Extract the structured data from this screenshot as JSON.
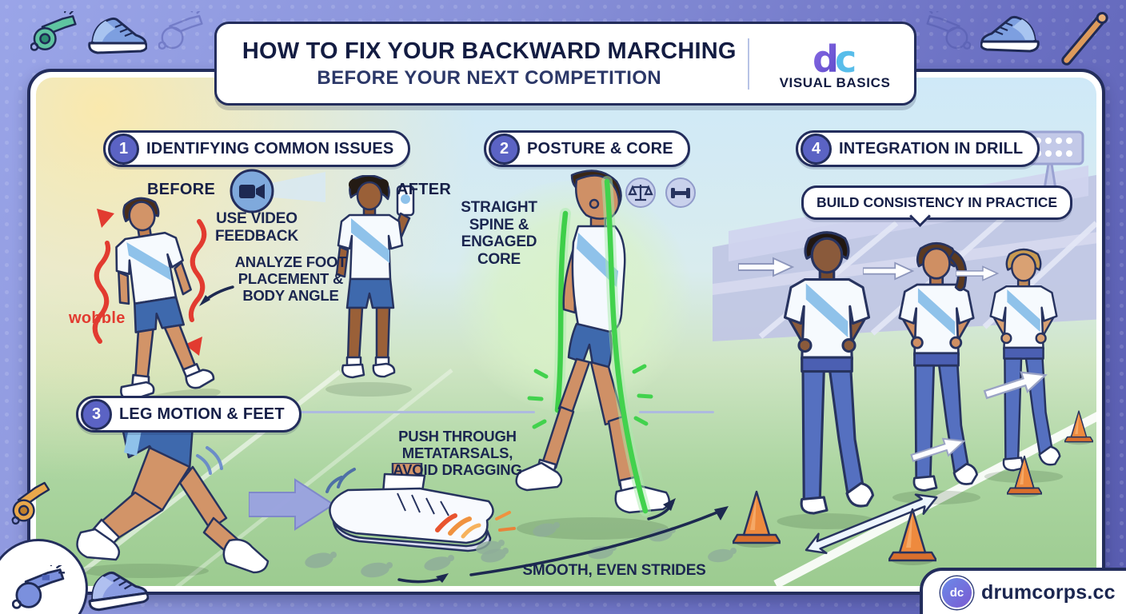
{
  "colors": {
    "navy": "#1b2650",
    "frame_purple": "#6a6fc2",
    "badge_purple": "#5b63c4",
    "accent_red": "#e23b30",
    "accent_green": "#42d24d",
    "sash_blue": "#8fc2ea",
    "cone_orange": "#ee8a3e",
    "field_green": "#9ccb90"
  },
  "banner": {
    "title_line1": "HOW TO FIX YOUR BACKWARD MARCHING",
    "title_line2": "BEFORE YOUR NEXT COMPETITION",
    "logo_d": "d",
    "logo_c": "c",
    "brand_name": "VISUAL BASICS"
  },
  "sections": {
    "issues": {
      "number": "1",
      "title": "IDENTIFYING COMMON ISSUES",
      "before_label": "BEFORE",
      "after_label": "AFTER",
      "video_note": "USE VIDEO\nFEEDBACK",
      "analyze_note": "ANALYZE FOOT\nPLACEMENT &\nBODY ANGLE",
      "wobble_label": "wobble"
    },
    "posture": {
      "number": "2",
      "title": "POSTURE & CORE",
      "spine_note": "STRAIGHT\nSPINE &\nENGAGED\nCORE"
    },
    "legs": {
      "number": "3",
      "title": "LEG MOTION & FEET",
      "push_note": "PUSH THROUGH\nMETATARSALS,\nAVOID DRAGGING",
      "strides_note": "SMOOTH, EVEN STRIDES"
    },
    "drill": {
      "number": "4",
      "title": "INTEGRATION IN DRILL",
      "callout": "BUILD CONSISTENCY IN PRACTICE"
    }
  },
  "icons": {
    "corner": [
      "whistle-icon",
      "sneaker-icon",
      "drumstick-icon"
    ],
    "video": "video-camera-icon",
    "balance": "balance-scale-icon",
    "dumbbell": "dumbbell-icon",
    "phone": "smartphone-icon",
    "cone": "traffic-cone-icon"
  },
  "footer": {
    "logo": "dc",
    "site": "drumcorps.cc"
  }
}
